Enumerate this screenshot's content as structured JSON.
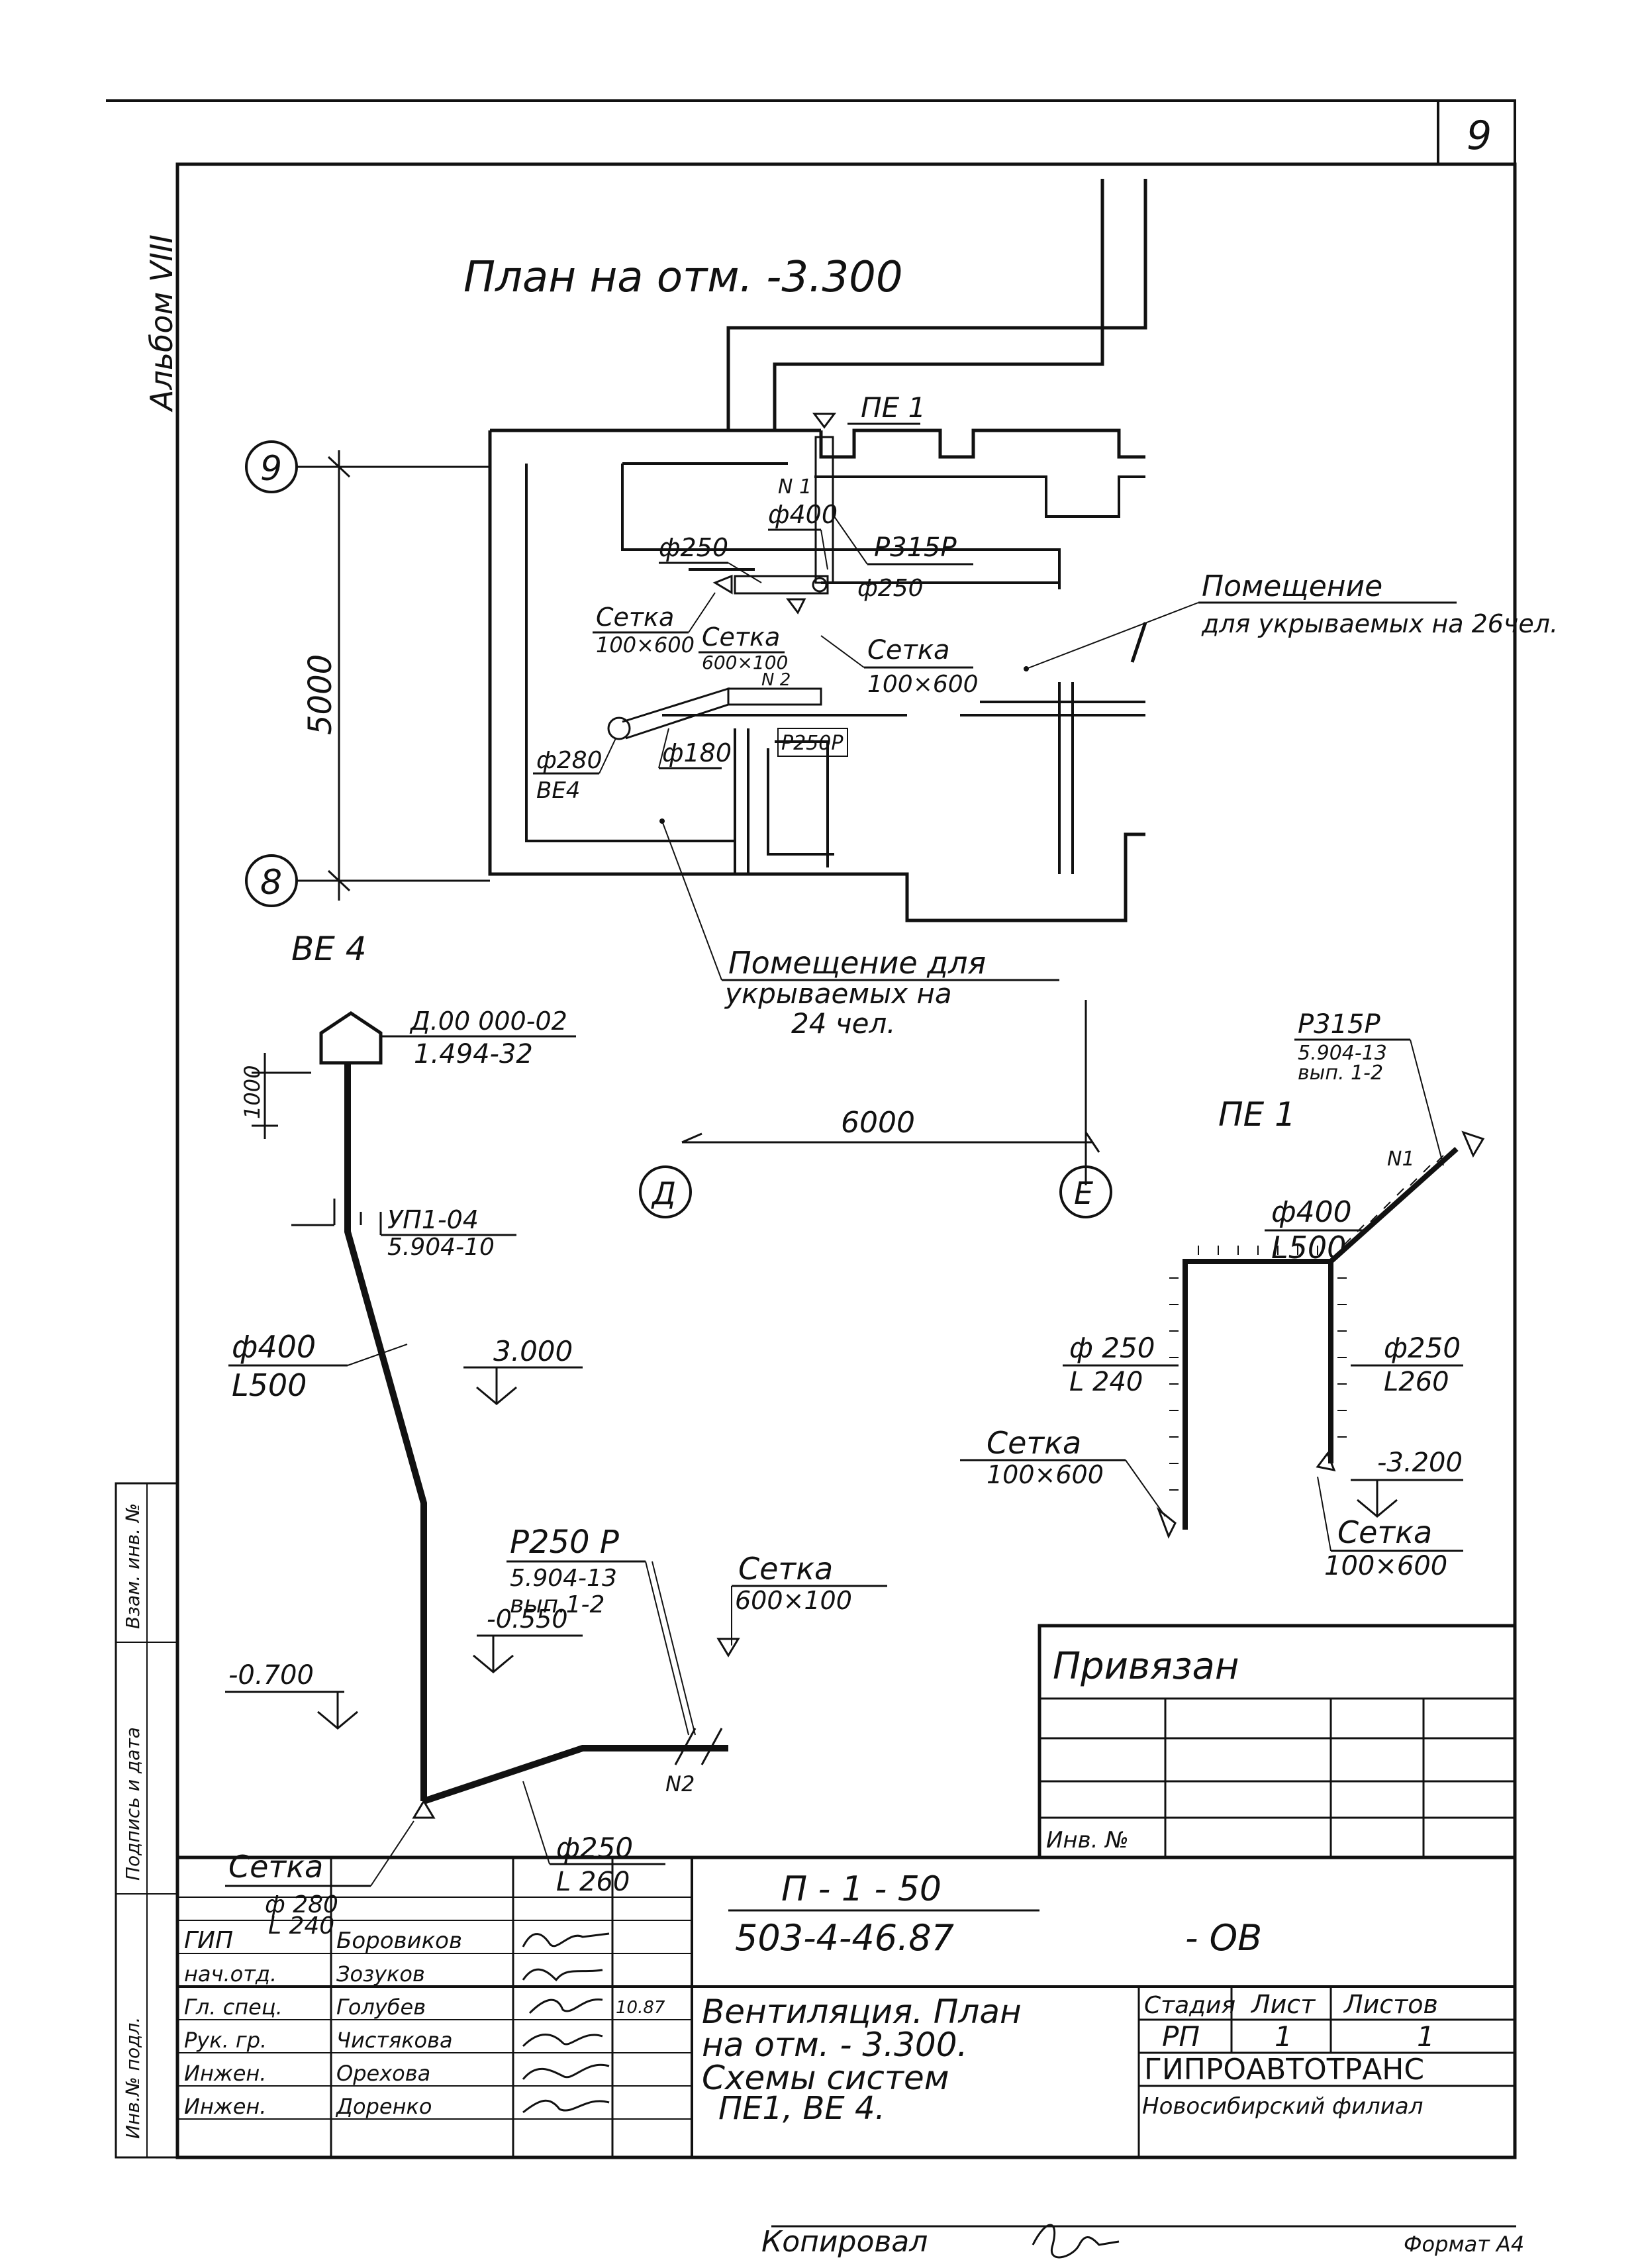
{
  "sheet": {
    "page_number": "9",
    "album_label": "Альбом VIII",
    "footer_copied": "Копировал",
    "footer_format": "Формат А4"
  },
  "plan": {
    "title": "План на отм. -3.300",
    "axis_9": "9",
    "axis_8": "8",
    "axis_d": "Д",
    "axis_e": "Е",
    "dim_vertical": "5000",
    "dim_horizontal": "6000",
    "pe1_tag": "ПЕ 1",
    "n1": "N 1",
    "d400": "ф400",
    "p315p": "Р315Р",
    "d250": "ф250",
    "d250b": "ф250",
    "grille1_title": "Сетка",
    "grille1_size": "100×600",
    "grille2_title": "Сетка",
    "grille2_size": "600×100",
    "n2": "N 2",
    "grille3_title": "Сетка",
    "grille3_size": "100×600",
    "d280": "ф280",
    "be4_plan": "ВЕ4",
    "d180": "ф180",
    "p250p_plan": "Р250Р",
    "room1_l1": "Помещение",
    "room1_l2": "для укрываемых на 26чел.",
    "room2_l1": "Помещение для",
    "room2_l2": "укрываемых на",
    "room2_l3": "24 чел."
  },
  "be4": {
    "title": "ВЕ 4",
    "cap_l1": "Д.00 000-02",
    "cap_l2": "1.494-32",
    "dim_1000": "1000",
    "up_l1": "УП1-04",
    "up_l2": "5.904-10",
    "d400_l1": "ф400",
    "d400_l2": "L500",
    "elev_3000": "3.000",
    "p250_l1": "Р250 Р",
    "p250_l2": "5.904-13",
    "p250_l3": "вып.1-2",
    "elev_0550": "-0.550",
    "elev_0700": "-0.700",
    "grille_top_l1": "Сетка",
    "grille_top_l2": "600×100",
    "n2": "N2",
    "d250_l1": "ф250",
    "d250_l2": "L 260",
    "grille_bot_l1": "Сетка",
    "grille_bot_l2": "ф 280",
    "grille_bot_l3": "L 240"
  },
  "pe1": {
    "title": "ПЕ 1",
    "p315_l1": "Р315Р",
    "p315_l2": "5.904-13",
    "p315_l3": "вып. 1-2",
    "n1": "N1",
    "d400_l1": "ф400",
    "d400_l2": "L500",
    "d250l_l1": "ф 250",
    "d250l_l2": "L 240",
    "d250r_l1": "ф250",
    "d250r_l2": "L260",
    "grille_l_l1": "Сетка",
    "grille_l_l2": "100×600",
    "elev_3200": "-3.200",
    "grille_r_l1": "Сетка",
    "grille_r_l2": "100×600"
  },
  "stamp": {
    "privyazan": "Привязан",
    "inv_no": "Инв. №",
    "doc_top": "П - 1 - 50",
    "doc_bottom": "503-4-46.87",
    "doc_suffix": "- ОВ",
    "desc_l1": "Вентиляция. План",
    "desc_l2": "на отм. - 3.300.",
    "desc_l3": "Схемы систем",
    "desc_l4": "ПЕ1, ВЕ 4.",
    "col_stage": "Стадия",
    "col_sheet": "Лист",
    "col_sheets": "Листов",
    "stage": "РП",
    "sheet": "1",
    "sheets": "1",
    "org": "ГИПРОАВТОТРАНС",
    "branch": "Новосибирский филиал",
    "date_note": "10.87",
    "roles": [
      "ГИП",
      "нач.отд.",
      "Гл. спец.",
      "Рук. гр.",
      "Инжен.",
      "Инжен."
    ],
    "names": [
      "Боровиков",
      "Зозуков",
      "Голубев",
      "Чистякова",
      "Орехова",
      "Доренко"
    ],
    "side_labels": [
      "Инв.№ подл.",
      "Подпись и дата",
      "Взам. инв. №"
    ]
  }
}
